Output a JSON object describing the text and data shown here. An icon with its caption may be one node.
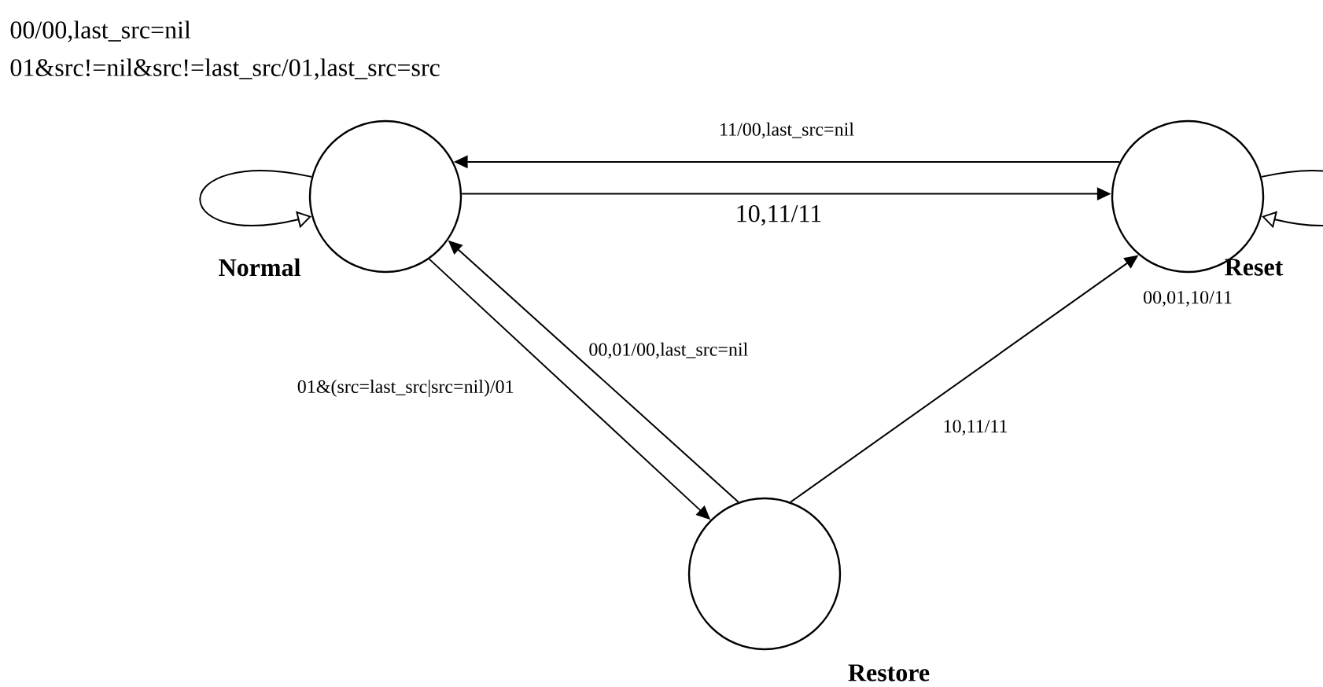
{
  "diagram": {
    "nodes": [
      {
        "text": [
          "Normal"
        ]
      },
      {
        "text": [
          "Reset"
        ]
      },
      {
        "text": [
          "Restore"
        ]
      }
    ],
    "edges": [
      {
        "from": 0,
        "to": 0,
        "arrow": "to"
      },
      {
        "from": 1,
        "to": 0,
        "arrow": "to",
        "label": "11/00,last_src=nil"
      },
      {
        "from": 0,
        "to": 1,
        "arrow": "to",
        "label": "10,11/11"
      },
      {
        "from": 0,
        "to": 2,
        "arrow": "to",
        "label": "01&(src=last_src|src=nil)/01"
      },
      {
        "from": 2,
        "to": 0,
        "arrow": "to",
        "label": "00,01/00,last_src=nil"
      },
      {
        "from": 2,
        "to": 1,
        "arrow": "to",
        "label": "10,11/11"
      },
      {
        "from": 1,
        "to": 1,
        "arrow": "to",
        "label": "00,01,10/11"
      }
    ],
    "labels": [
      "00/00,last_src=nil",
      "01&src!=nil&src!=last_src/01,last_src=src"
    ]
  }
}
